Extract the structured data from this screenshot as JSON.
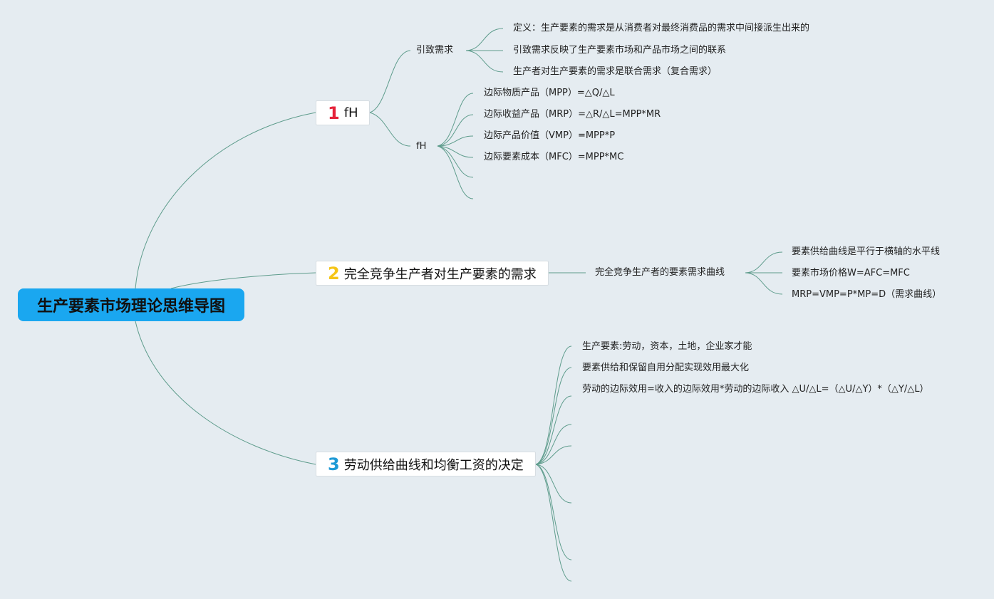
{
  "root": {
    "title": "生产要素市场理论思维导图"
  },
  "branches": [
    {
      "number": "1",
      "number_color": "#e5233a",
      "label": "fH",
      "children": [
        {
          "label": "引致需求",
          "children": [
            "定义：生产要素的需求是从消费者对最终消费品的需求中间接派生出来的",
            "引致需求反映了生产要素市场和产品市场之间的联系",
            "生产者对生产要素的需求是联合需求（复合需求）"
          ]
        },
        {
          "label": "fH",
          "children": [
            "边际物质产品（MPP）=△Q/△L",
            "边际收益产品（MRP）=△R/△L=MPP*MR",
            "边际产品价值（VMP）=MPP*P",
            "边际要素成本（MFC）=MPP*MC"
          ]
        }
      ]
    },
    {
      "number": "2",
      "number_color": "#f5c518",
      "label": "完全竞争生产者对生产要素的需求",
      "children": [
        {
          "label": "完全竞争生产者的要素需求曲线",
          "children": [
            "要素供给曲线是平行于横轴的水平线",
            "要素市场价格W=AFC=MFC",
            "MRP=VMP=P*MP=D（需求曲线）"
          ]
        }
      ]
    },
    {
      "number": "3",
      "number_color": "#1e9ad6",
      "label": "劳动供给曲线和均衡工资的决定",
      "children": [
        "生产要素:劳动，资本，土地，企业家才能",
        "要素供给和保留自用分配实现效用最大化",
        "劳动的边际效用=收入的边际效用*劳动的边际收入 △U/△L=（△U/△Y）*（△Y/△L）"
      ]
    }
  ]
}
